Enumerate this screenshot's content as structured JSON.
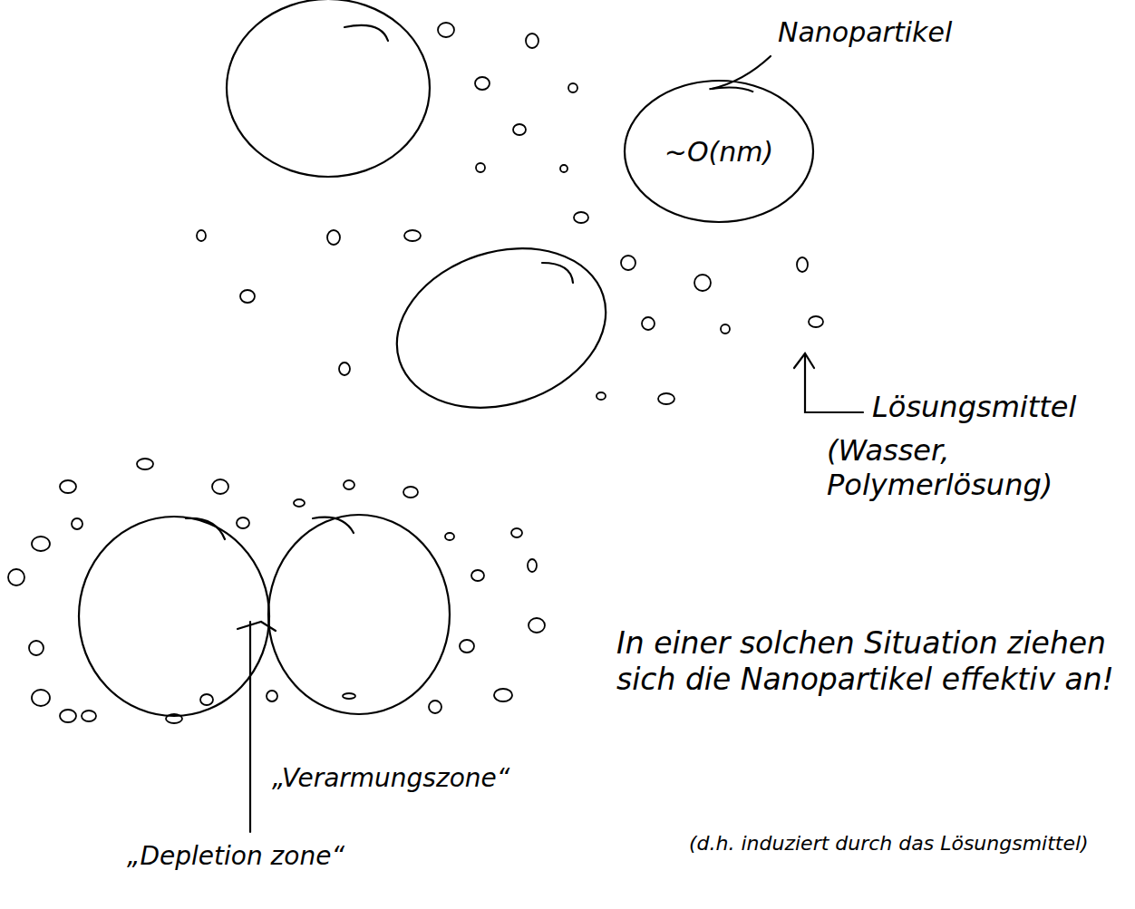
{
  "diagram": {
    "nodes": [
      {
        "text": [
          "~O(nm)"
        ]
      }
    ],
    "labels": [
      "Nanopartikel",
      "Lösungsmittel",
      "(Wasser, Polymerlösung)",
      "„Verarmungszone“",
      "„Depletion zone“",
      "In einer solchen Situation ziehen sich die Nanopartikel effektiv an!",
      "(d.h. induziert durch das Lösungsmittel)"
    ]
  }
}
